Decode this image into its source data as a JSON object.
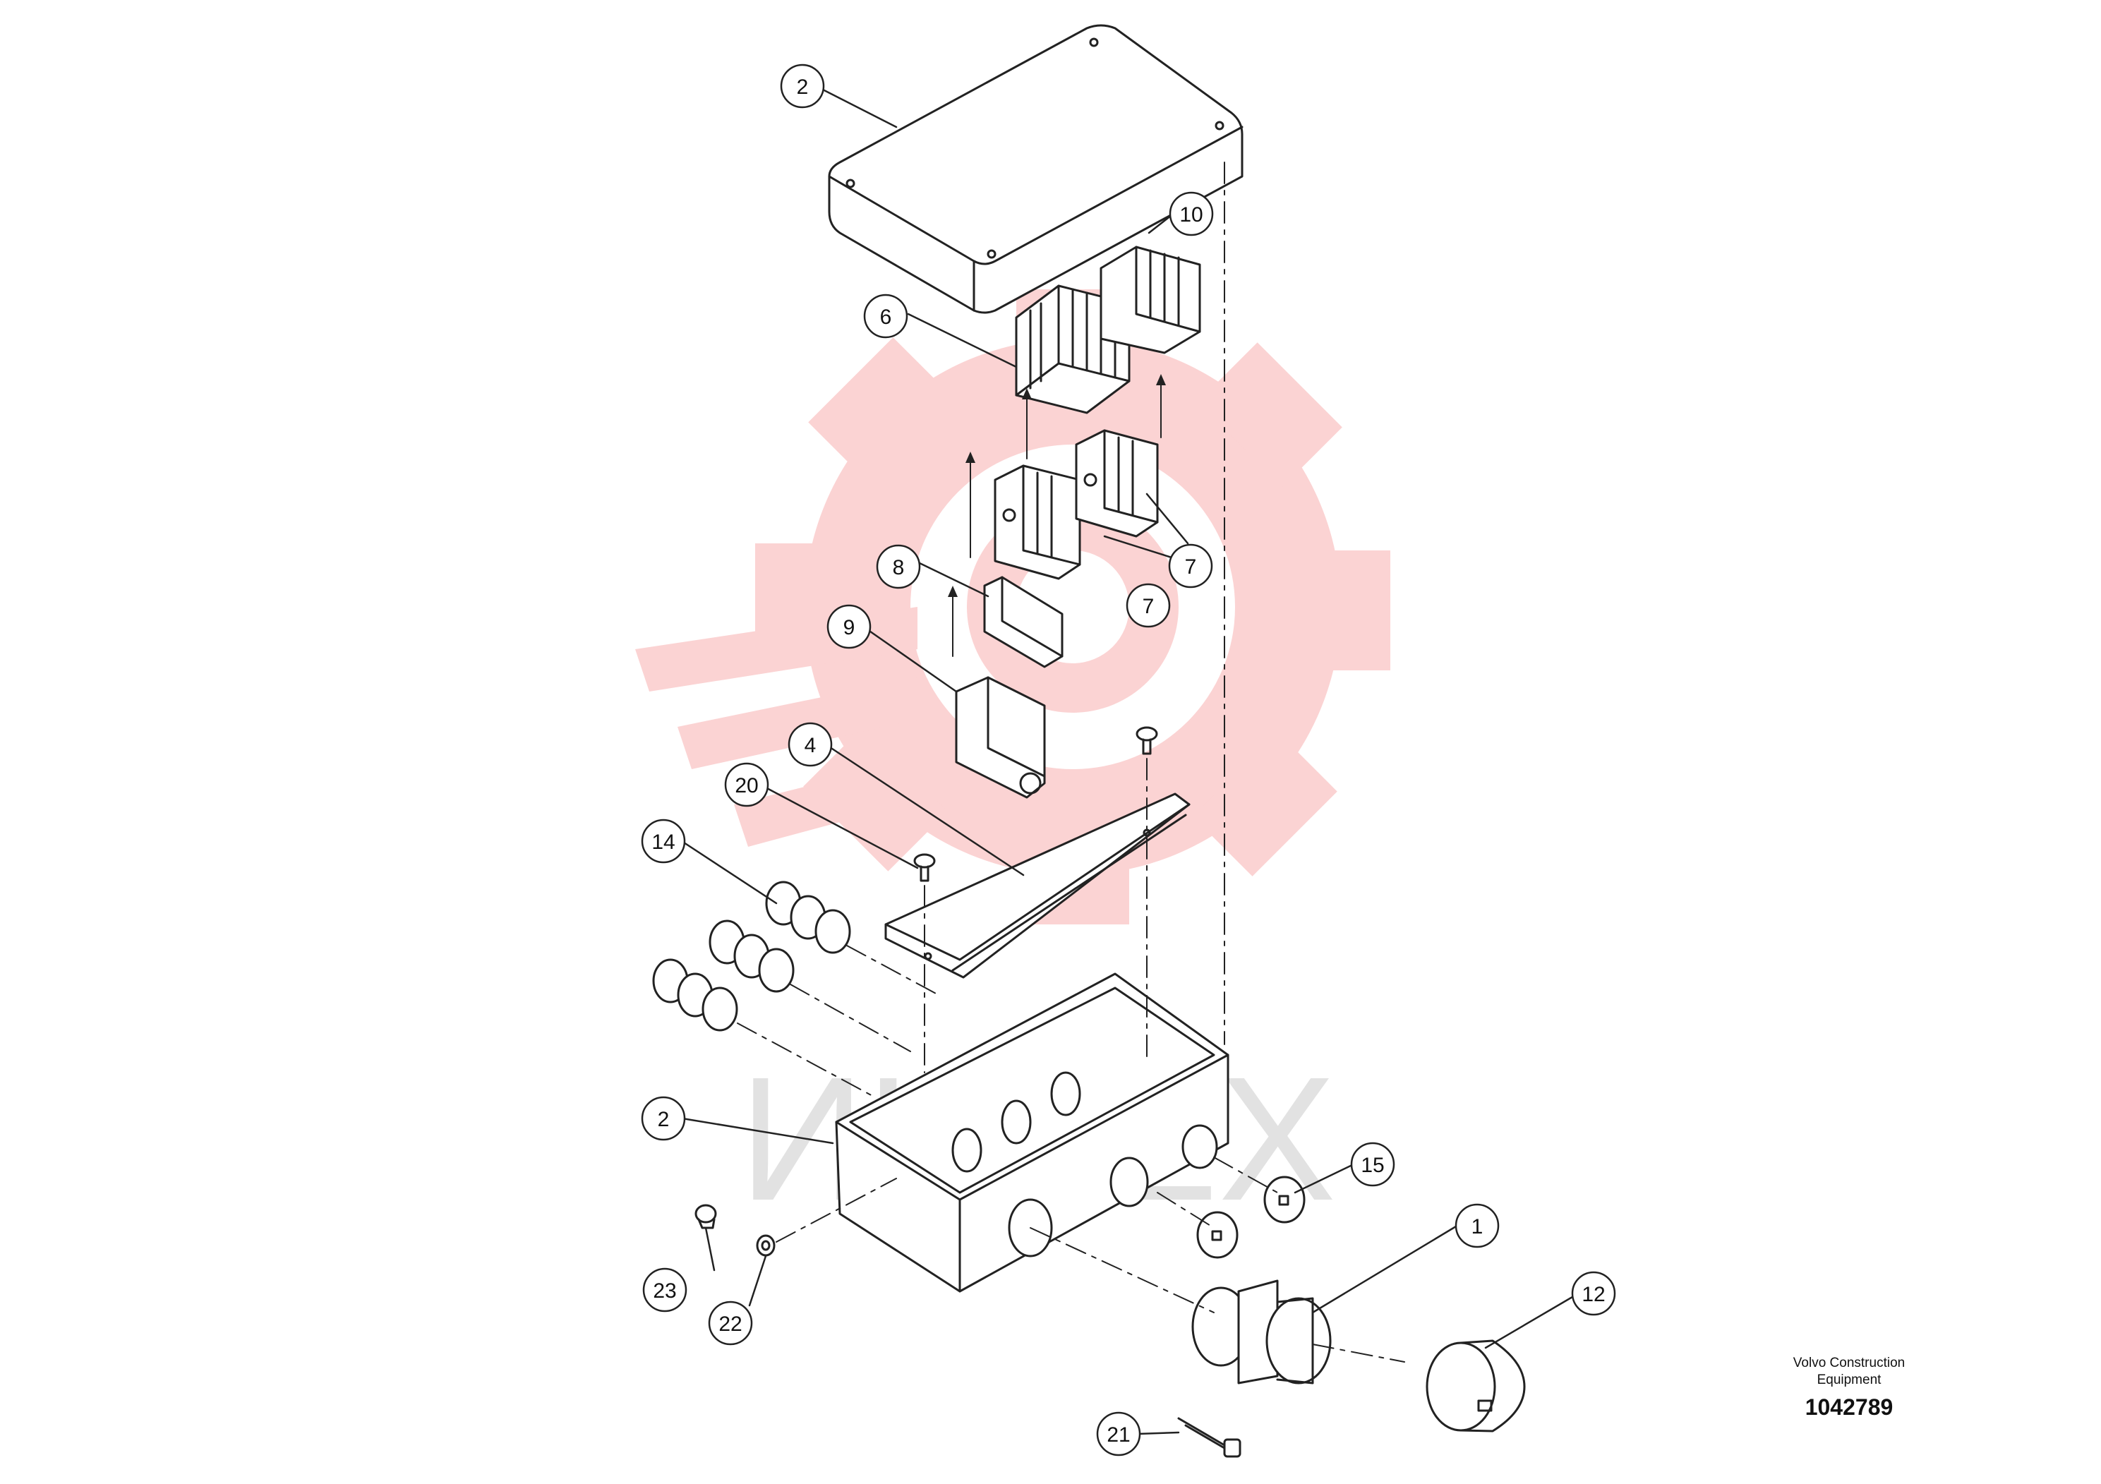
{
  "watermark": {
    "text": "ИНТЕХ",
    "color": "#f7c6c6"
  },
  "callouts": [
    {
      "label": "2"
    },
    {
      "label": "10"
    },
    {
      "label": "6"
    },
    {
      "label": "8"
    },
    {
      "label": "7"
    },
    {
      "label": "7"
    },
    {
      "label": "9"
    },
    {
      "label": "4"
    },
    {
      "label": "20"
    },
    {
      "label": "14"
    },
    {
      "label": "2"
    },
    {
      "label": "15"
    },
    {
      "label": "1"
    },
    {
      "label": "12"
    },
    {
      "label": "23"
    },
    {
      "label": "22"
    },
    {
      "label": "21"
    }
  ],
  "credit": {
    "line1": "Volvo Construction",
    "line2": "Equipment",
    "number": "1042789"
  }
}
